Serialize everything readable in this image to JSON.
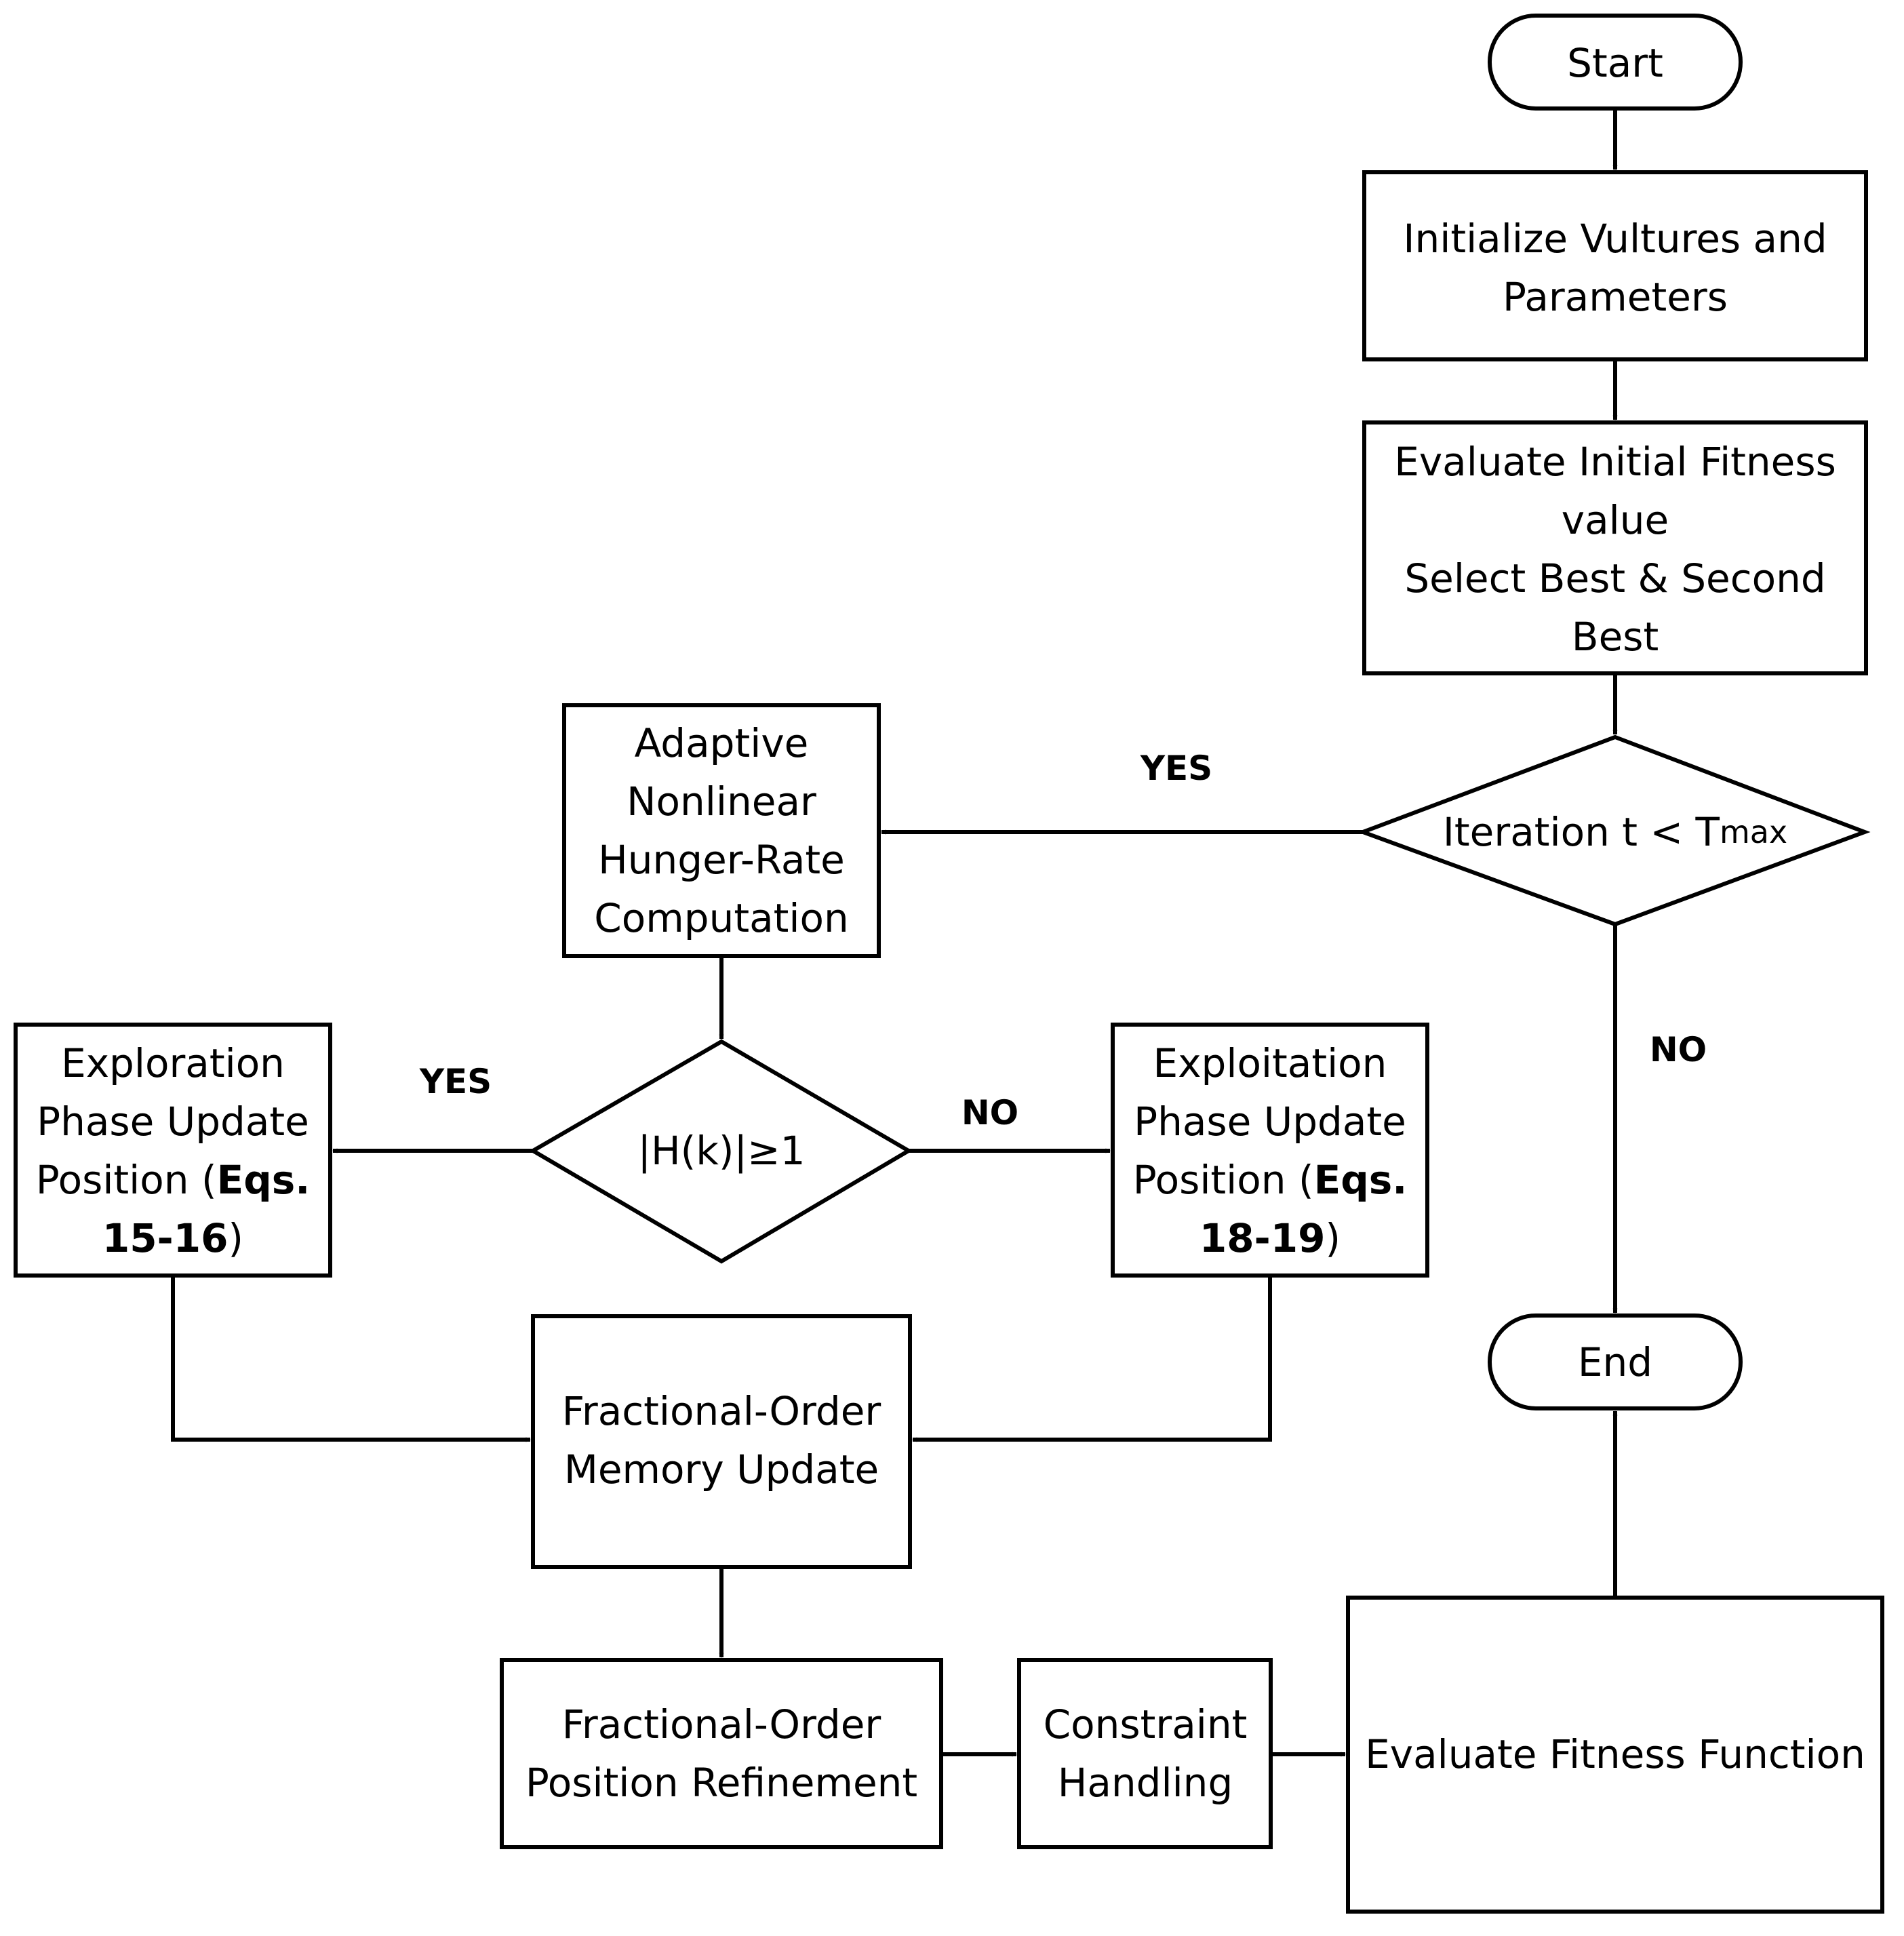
{
  "nodes": {
    "start": {
      "label": "Start"
    },
    "init": {
      "lines": [
        "Initialize Vultures and",
        "Parameters"
      ]
    },
    "eval_initial": {
      "lines": [
        "Evaluate Initial Fitness",
        "value",
        "Select Best & Second",
        "Best"
      ]
    },
    "iteration": {
      "label_prefix": "Iteration t < T",
      "label_sub": "max"
    },
    "hunger_rate": {
      "lines": [
        "Adaptive",
        "Nonlinear",
        "Hunger-Rate",
        "Computation"
      ]
    },
    "h_decision": {
      "label": "|H(k)|≥1"
    },
    "exploration": {
      "line1": "Exploration",
      "line2": "Phase Update",
      "line3_text": "Position (",
      "line3_bold": "Eqs.",
      "line4_bold": "15-16",
      "line4_text": ")"
    },
    "exploitation": {
      "line1": "Exploitation",
      "line2": "Phase Update",
      "line3_text": "Position (",
      "line3_bold": "Eqs.",
      "line4_bold": "18-19",
      "line4_text": ")"
    },
    "memory_update": {
      "lines": [
        "Fractional-Order",
        "Memory Update"
      ]
    },
    "position_refinement": {
      "lines": [
        "Fractional-Order",
        "Position Refinement"
      ]
    },
    "constraint": {
      "lines": [
        "Constraint",
        "Handling"
      ]
    },
    "eval_fitness": {
      "label": "Evaluate Fitness Function"
    },
    "end": {
      "label": "End"
    }
  },
  "edge_labels": {
    "iteration_yes": "YES",
    "iteration_no": "NO",
    "h_yes": "YES",
    "h_no": "NO"
  }
}
